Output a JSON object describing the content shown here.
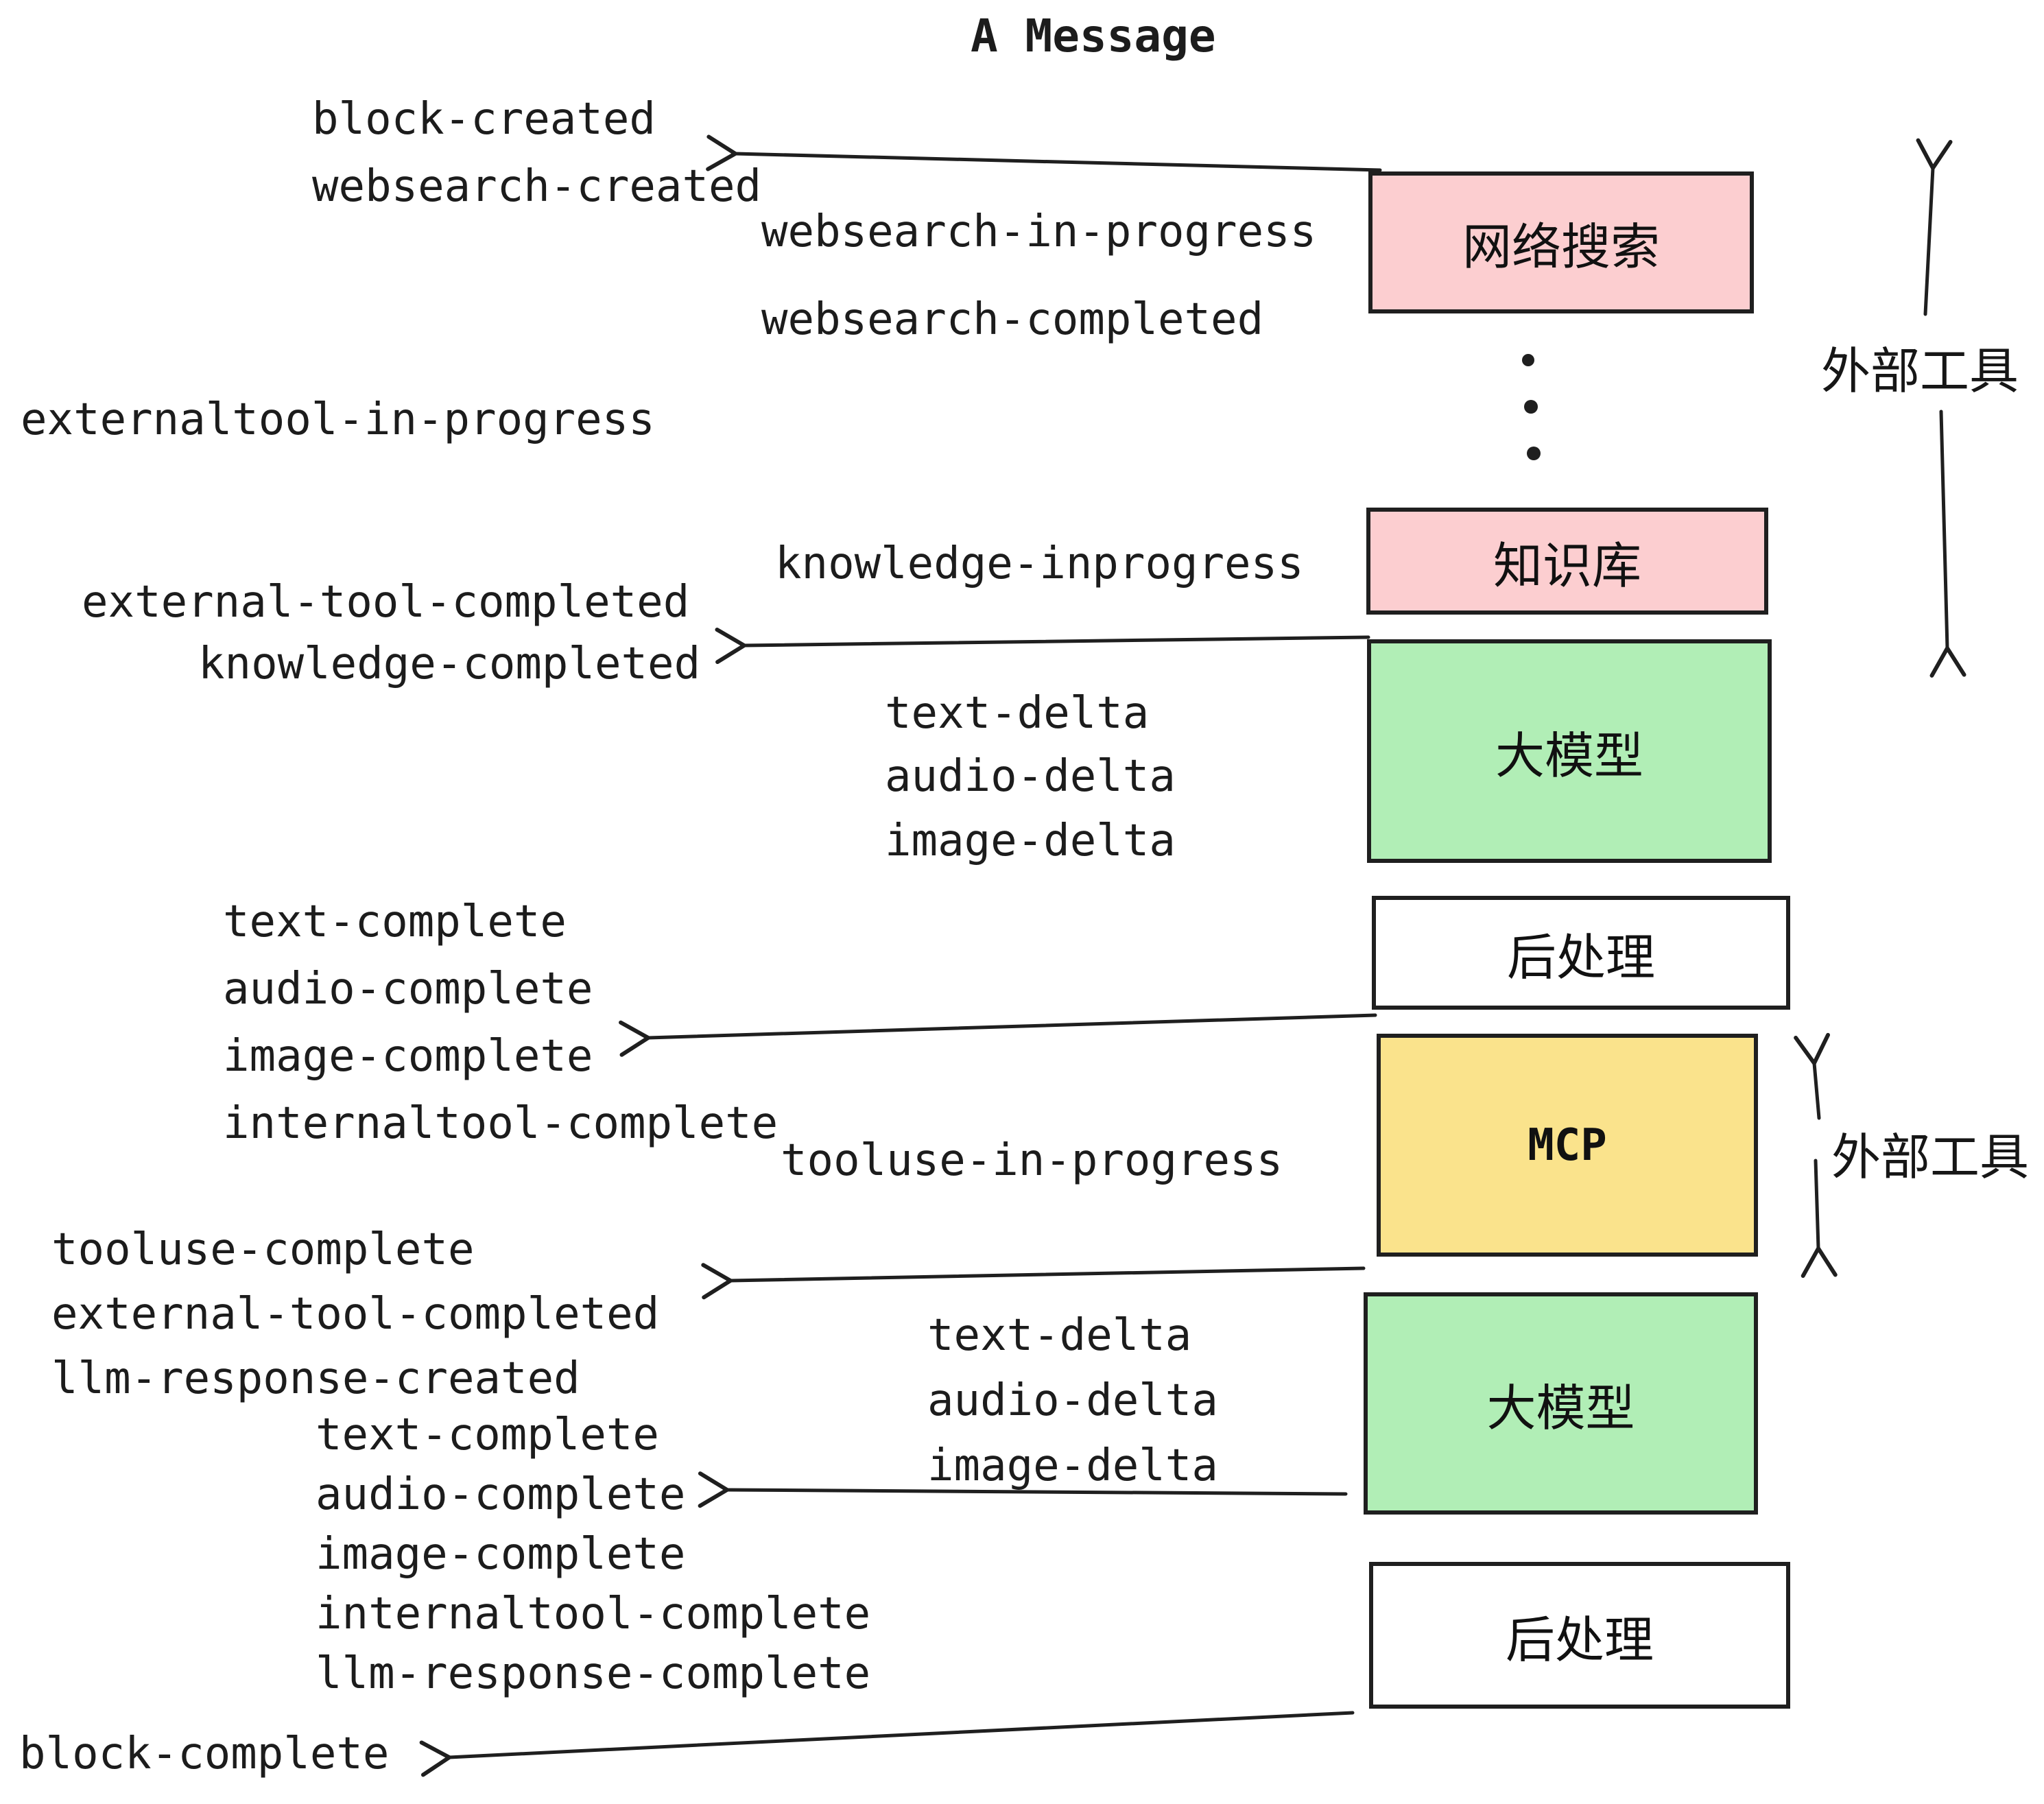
{
  "title": "A Message",
  "colors": {
    "pink": "#fcced0",
    "green": "#b1eeb6",
    "yellow": "#fae38c",
    "white": "#ffffff",
    "line": "#1f1f1f",
    "text": "#1c1c1c"
  },
  "boxes": [
    {
      "label": "网络搜索",
      "color": "#fcced0"
    },
    {
      "label": "知识库",
      "color": "#fcced0"
    },
    {
      "label": "大模型",
      "color": "#b1eeb6"
    },
    {
      "label": "后处理",
      "color": "#ffffff"
    },
    {
      "label": "MCP",
      "color": "#fae38c"
    },
    {
      "label": "大模型",
      "color": "#b1eeb6"
    },
    {
      "label": "后处理",
      "color": "#ffffff"
    }
  ],
  "side_labels": [
    {
      "label": "外部工具"
    },
    {
      "label": "外部工具"
    }
  ],
  "events": [
    "block-created",
    "websearch-created",
    "websearch-in-progress",
    "websearch-completed",
    "externaltool-in-progress",
    "knowledge-inprogress",
    "external-tool-completed",
    "knowledge-completed",
    "text-delta",
    "audio-delta",
    "image-delta",
    "text-complete",
    "audio-complete",
    "image-complete",
    "internaltool-complete",
    "tooluse-in-progress",
    "tooluse-complete",
    "external-tool-completed",
    "llm-response-created",
    "text-delta",
    "audio-delta",
    "image-delta",
    "text-complete",
    "audio-complete",
    "image-complete",
    "internaltool-complete",
    "llm-response-complete",
    "block-complete"
  ]
}
